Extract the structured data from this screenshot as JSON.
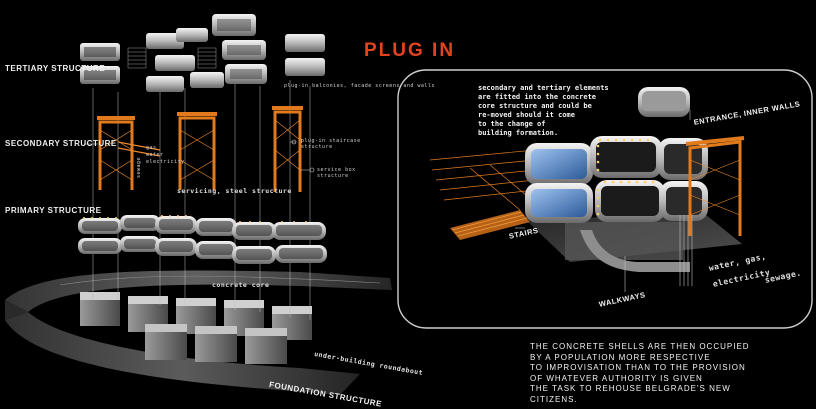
{
  "title": "PLUG IN",
  "labels": {
    "tertiary_structure": "TERTIARY STRUCTURE",
    "secondary_structure": "SECONDARY STRUCTURE",
    "primary_structure": "PRIMARY STRUCTURE",
    "foundation_structure": "FOUNDATION STRUCTURE",
    "plug_in_balconies": "plug-in balconies, facade screens and walls",
    "gas": "gas",
    "water": "water",
    "electricity": "electricity",
    "sewage_vertical": "sewage",
    "plug_in_stairs": "plug-in staircase structure",
    "service_box": "service box structure",
    "servicing_steel": "servicing, steel structure",
    "concrete_core": "concrete core",
    "under_building_roundabout": "under-building roundabout"
  },
  "panel": {
    "intro_lines": [
      "secondary and tertiary elements",
      "are fitted into the concrete",
      "core structure and could be",
      "re-moved should it come",
      "to the change of",
      "building formation."
    ],
    "entrance": "ENTRANCE, INNER WALLS",
    "stairs": "STAIRS",
    "walkways": "WALKWAYS",
    "utilities_1": "water, gas,",
    "utilities_2": "electricity",
    "utilities_3": "sewage."
  },
  "caption_lines": [
    "THE CONCRETE SHELLS ARE THEN OCCUPIED",
    "BY A POPULATION MORE RESPECTIVE",
    "TO IMPROVISATION THAN TO THE PROVISION",
    "OF WHATEVER AUTHORITY IS GIVEN",
    "THE TASK TO REHOUSE BELGRADE'S NEW",
    "CITIZENS."
  ],
  "colors": {
    "background": "#000000",
    "accent": "#e2431f",
    "steel": "#e07a1c",
    "module": "#c9c9c9"
  }
}
